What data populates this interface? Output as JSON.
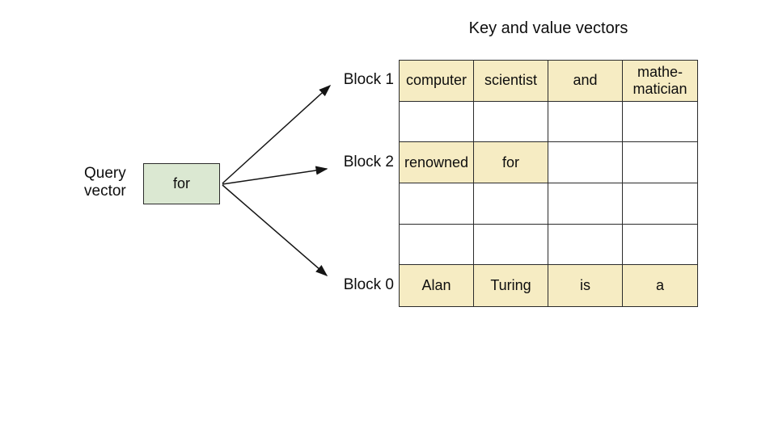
{
  "title": "Key and value vectors",
  "query_vector": {
    "label_lines": [
      "Query",
      "vector"
    ],
    "value": "for"
  },
  "block_labels": [
    "Block 1",
    "Block 2",
    "Block 0"
  ],
  "table": {
    "rows": [
      {
        "cells": [
          "computer",
          "scientist",
          "and",
          "mathe- matician"
        ],
        "fills": [
          true,
          true,
          true,
          true
        ]
      },
      {
        "cells": [
          "",
          "",
          "",
          ""
        ],
        "fills": [
          false,
          false,
          false,
          false
        ]
      },
      {
        "cells": [
          "renowned",
          "for",
          "",
          ""
        ],
        "fills": [
          true,
          true,
          false,
          false
        ]
      },
      {
        "cells": [
          "",
          "",
          "",
          ""
        ],
        "fills": [
          false,
          false,
          false,
          false
        ]
      },
      {
        "cells": [
          "",
          "",
          "",
          ""
        ],
        "fills": [
          false,
          false,
          false,
          false
        ]
      },
      {
        "cells": [
          "Alan",
          "Turing",
          "is",
          "a"
        ],
        "fills": [
          true,
          true,
          true,
          true
        ]
      }
    ]
  },
  "colors": {
    "cell_highlight": "#f6ecc3",
    "query_box_fill": "#dbe8d2",
    "border": "#2b2b2b"
  }
}
